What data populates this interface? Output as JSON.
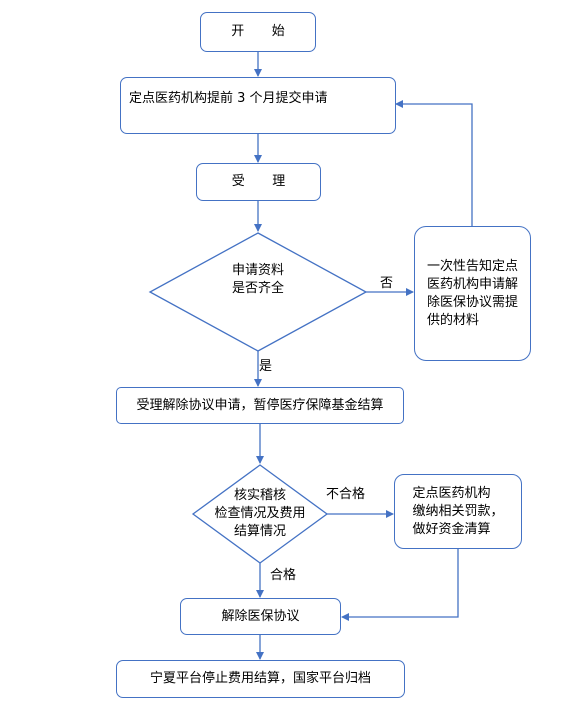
{
  "nodes": {
    "start": "开 始",
    "apply": "定点医药机构提前 3 个月提交申请",
    "accept": "受 理",
    "check_docs": "申请资料\n是否齐全",
    "notify": "一次性告知定点\n医药机构申请解\n除医保协议需提\n供的材料",
    "accept_release": "受理解除协议申请，暂停医疗保障基金结算",
    "verify": "核实稽核\n检查情况及费用\n结算情况",
    "penalty": "定点医药机构\n缴纳相关罚款，\n做好资金清算",
    "release": "解除医保协议",
    "final": "宁夏平台停止费用结算，国家平台归档"
  },
  "edge_labels": {
    "no": "否",
    "yes": "是",
    "fail": "不合格",
    "pass": "合格"
  },
  "colors": {
    "line": "#4472c4",
    "text": "#000000"
  }
}
